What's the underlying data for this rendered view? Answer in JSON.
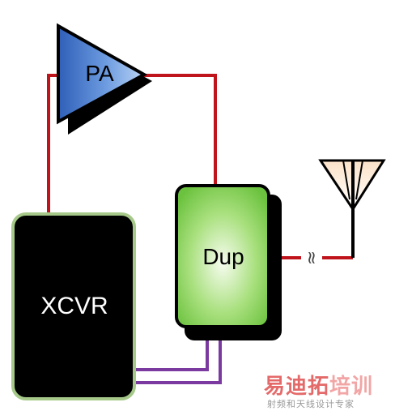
{
  "diagram": {
    "blocks": {
      "pa": "PA",
      "dup": "Dup",
      "xcvr": "XCVR"
    },
    "antenna_icon": "antenna-icon",
    "rf_symbol": "≈",
    "colors": {
      "rf_line": "#c0141c",
      "baseband_line": "#7a3aa0",
      "pa_fill": "#3d73c8",
      "dup_fill": "#7fd055",
      "xcvr_fill": "#000000",
      "xcvr_border": "#a6c98a"
    }
  },
  "watermark": {
    "brand_part1": "易迪拓",
    "brand_part2": "培训",
    "tagline": "射频和天线设计专家",
    "colors": {
      "part1": "#e46a6a",
      "part2": "#f2a5a5",
      "tagline": "#9a9a9a"
    }
  }
}
